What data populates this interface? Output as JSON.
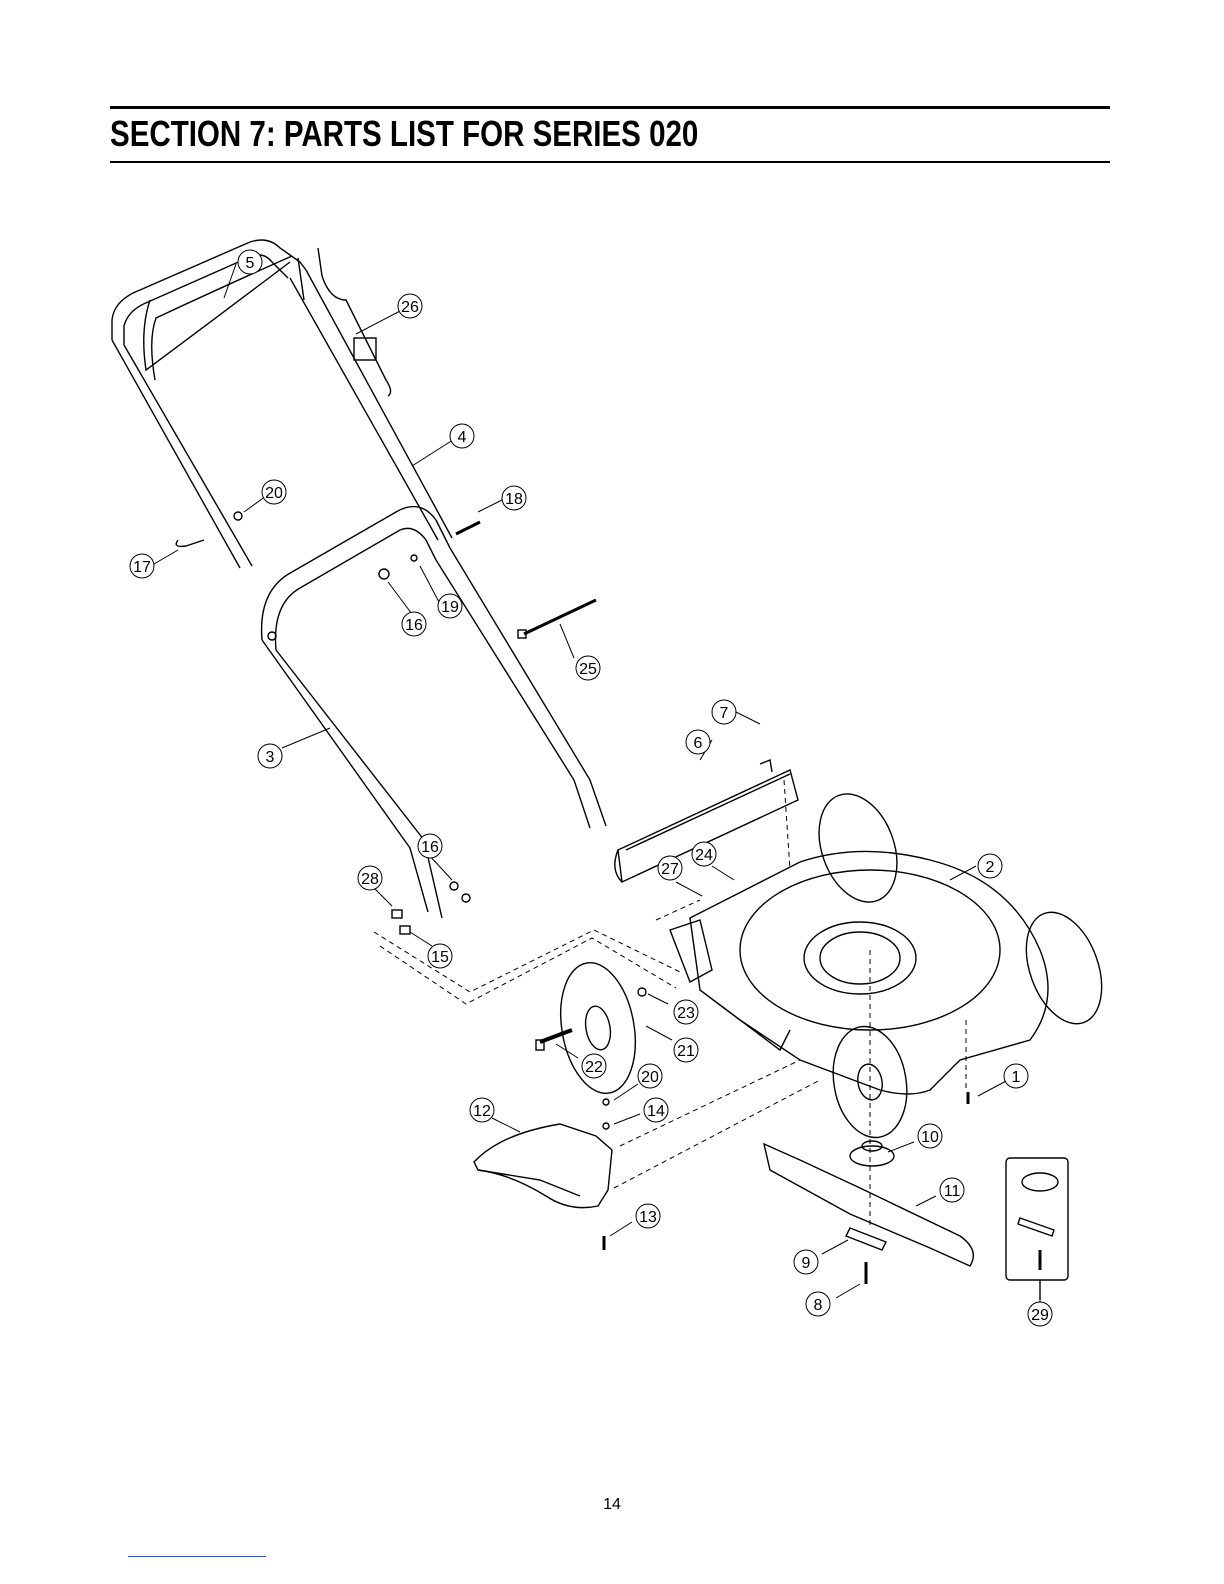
{
  "header": {
    "title": "SECTION 7:  PARTS LIST FOR SERIES 020"
  },
  "callouts": [
    {
      "label": "1"
    },
    {
      "label": "2"
    },
    {
      "label": "3"
    },
    {
      "label": "4"
    },
    {
      "label": "5"
    },
    {
      "label": "6"
    },
    {
      "label": "7"
    },
    {
      "label": "8"
    },
    {
      "label": "9"
    },
    {
      "label": "10"
    },
    {
      "label": "11"
    },
    {
      "label": "12"
    },
    {
      "label": "13"
    },
    {
      "label": "14"
    },
    {
      "label": "15"
    },
    {
      "label": "16"
    },
    {
      "label": "16"
    },
    {
      "label": "17"
    },
    {
      "label": "18"
    },
    {
      "label": "19"
    },
    {
      "label": "20"
    },
    {
      "label": "20"
    },
    {
      "label": "21"
    },
    {
      "label": "22"
    },
    {
      "label": "23"
    },
    {
      "label": "24"
    },
    {
      "label": "25"
    },
    {
      "label": "26"
    },
    {
      "label": "27"
    },
    {
      "label": "28"
    },
    {
      "label": "29"
    }
  ],
  "footer": {
    "page_number": "14"
  }
}
